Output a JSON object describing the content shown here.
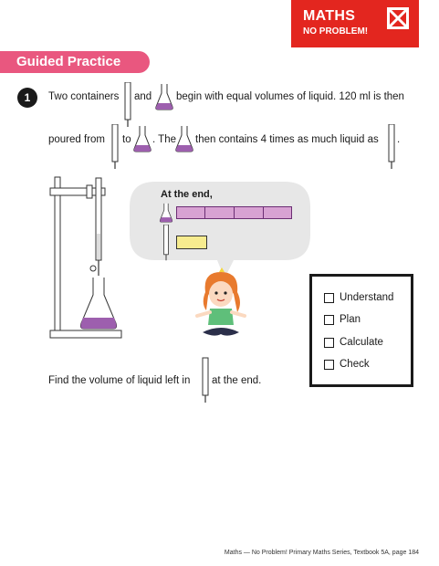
{
  "brand": {
    "line1": "MATHS",
    "line2": "NO PROBLEM!",
    "color": "#e3261f"
  },
  "banner": {
    "label": "Guided Practice",
    "color": "#e9577f"
  },
  "question": {
    "number": "1",
    "line1": {
      "part1": "Two containers",
      "part2": "and",
      "part3": "begin with equal volumes of liquid. 120 ml is then"
    },
    "line2": {
      "part1": "poured from",
      "part2": "to",
      "part3": ". The",
      "part4": "then contains 4 times as much liquid as",
      "part5": "."
    },
    "line3": {
      "part1": "Find the volume of liquid left in",
      "part2": "at the end."
    }
  },
  "bubble": {
    "title": "At the end,",
    "flask_bar_units": 4,
    "tube_bar_units": 1,
    "colors": {
      "flask_bar": "#d8a2d3",
      "tube_bar": "#f7ec8f"
    }
  },
  "icons": {
    "flask": "conical-flask-icon",
    "tube": "burette-tube-icon",
    "liquid_color": "#9d5fae"
  },
  "checklist": {
    "items": [
      "Understand",
      "Plan",
      "Calculate",
      "Check"
    ]
  },
  "footer": "Maths — No Problem! Primary Maths Series, Textbook 5A, page 184"
}
